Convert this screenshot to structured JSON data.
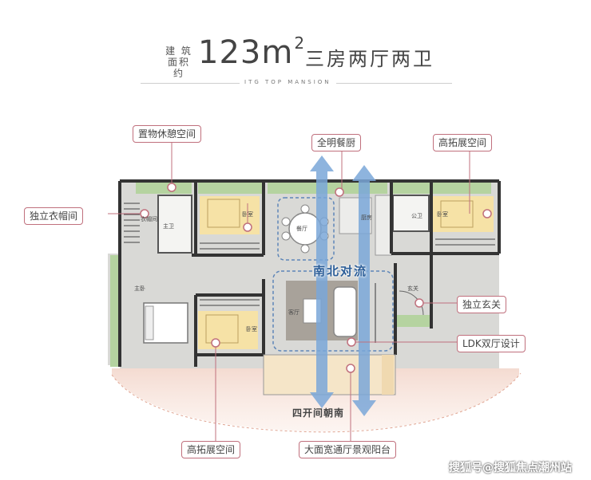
{
  "header": {
    "area_label_line1": "建 筑",
    "area_label_line2": "面积约",
    "area_value": "123m",
    "area_unit_sup": "2",
    "layout_title": "三房两厅两卫",
    "subtitle": "ITG TOP MANSION"
  },
  "callouts": {
    "storage_rest": "置物休憩空间",
    "independent_cloakroom": "独立衣帽间",
    "bright_dining_kitchen": "全明餐厨",
    "high_expansion_top": "高拓展空间",
    "independent_foyer": "独立玄关",
    "ldk_design": "LDK双厅设计",
    "high_expansion_bottom": "高拓展空间",
    "balcony": "大面宽通厅景观阳台"
  },
  "rooms": {
    "master_bath": "主卫",
    "bedroom_top": "卧室",
    "dining": "餐厅",
    "kitchen": "厨房",
    "public_bath": "公卫",
    "bedroom_right": "卧室",
    "foyer": "玄关",
    "master_bedroom": "主卧",
    "living": "客厅",
    "bedroom_bottom": "卧室",
    "cloakroom": "衣帽间"
  },
  "overlays": {
    "north_south_flow": "南北对流",
    "four_bays_south": "四开间朝南"
  },
  "watermark": "搜狐号@搜狐焦点潮州站",
  "colors": {
    "accent_pink": "#c0707d",
    "flow_blue": "#7aa7d8",
    "bedroom_yellow": "#f6e2a6",
    "balcony_green": "#b5d3a0",
    "sunglow": "#f7e3d8"
  }
}
